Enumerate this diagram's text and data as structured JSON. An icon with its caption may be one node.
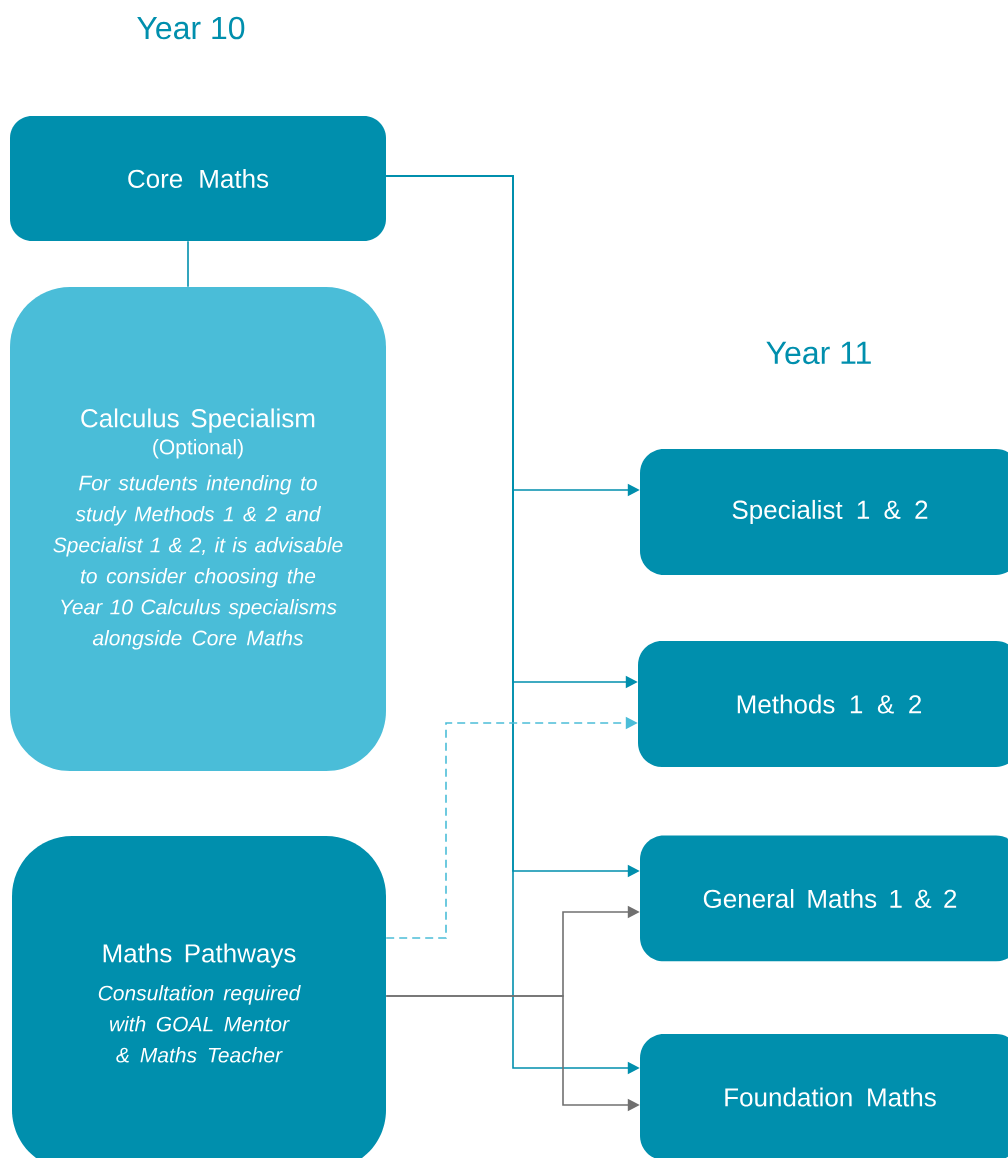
{
  "diagram": {
    "nodes": [
      {
        "text": [
          "Core Maths"
        ]
      },
      {
        "text": [
          "Calculus Specialism",
          "(Optional)",
          "For students intending to study Methods 1 & 2 and Specialist 1 & 2, it is advisable to consider choosing the Year 10 Calculus specialisms alongside Core Maths"
        ]
      },
      {
        "text": [
          "Maths Pathways",
          "Consultation required with GOAL Mentor & Maths Teacher"
        ]
      },
      {
        "text": [
          "Specialist 1 & 2"
        ]
      },
      {
        "text": [
          "Methods 1 & 2"
        ]
      },
      {
        "text": [
          "General Maths 1 & 2"
        ]
      },
      {
        "text": [
          "Foundation Maths"
        ]
      }
    ],
    "edges": [
      {
        "from": 0,
        "to": 1,
        "arrow": "none"
      },
      {
        "from": 0,
        "to": 3,
        "arrow": "to"
      },
      {
        "from": 0,
        "to": 4,
        "arrow": "to"
      },
      {
        "from": 0,
        "to": 5,
        "arrow": "to"
      },
      {
        "from": 0,
        "to": 6,
        "arrow": "to"
      },
      {
        "from": 2,
        "to": 4,
        "arrow": "to",
        "style": "dashed",
        "color": "#4bbdd8"
      },
      {
        "from": 2,
        "to": 5,
        "arrow": "to",
        "color": "#707070"
      },
      {
        "from": 2,
        "to": 6,
        "arrow": "to",
        "color": "#707070"
      }
    ],
    "labels": [
      "Year 10",
      "Year 11"
    ]
  }
}
